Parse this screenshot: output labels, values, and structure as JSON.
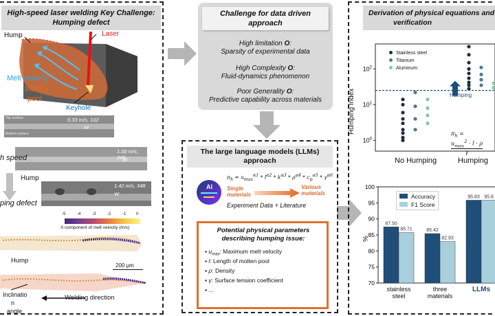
{
  "left_panel": {
    "title_line1": "High-speed laser welding Key Challenge:",
    "title_line2": "Humping defect",
    "melt_labels": {
      "hump": "Hump",
      "laser": "Laser",
      "melt_velocity": "Melt velocity",
      "molten": "Molten",
      "pool": "pool",
      "keyhole": "Keyhole"
    },
    "micrographs": [
      {
        "top_label": "Top surface",
        "bottom_label": "Bottom surface",
        "speed": "0.33 m/s, 102",
        "w": "W"
      },
      {
        "speed": "1.00 m/s, 249",
        "w": "W"
      },
      {
        "speed": "1.42 m/s, 348",
        "w": "W"
      }
    ],
    "side_high_speed": "h speed",
    "side_humping_defect": "ping defect",
    "hump_label": "Hump",
    "colorbar_title": "X-component of melt velocity (m/s)",
    "colorbar_ticks": [
      "-5",
      "-4",
      "-3",
      "-2",
      "-1",
      "0"
    ],
    "hump_label2": "Hump",
    "scale_bar": "200 μm",
    "inclination_1": "Inclinatio",
    "inclination_2": "n",
    "inclination_3": "angle",
    "welding_direction": "Welding direction"
  },
  "challenge_box": {
    "title_line1": "Challenge for data driven",
    "title_line2": "approach",
    "items": [
      {
        "head": "High limitation",
        "sym": "O",
        "desc": "Sparsity of experimental data"
      },
      {
        "head": "High Complexity",
        "sym": "O",
        "desc": "Fluid-dynamics phenomenon"
      },
      {
        "head": "Poor Generality",
        "sym": "O",
        "desc": "Predictive capability across materials"
      }
    ]
  },
  "llm_box": {
    "title_line1": "The large language models (LLMs)",
    "title_line2": "approach",
    "formula": "π_h = u_max^{α_1} * l^{α_2} * k^{α_3} * ρ^{α_4} * c_p^{α_5} * γ^{α_6}",
    "ai_label": "AI",
    "single_1": "Single",
    "single_2": "materials",
    "various_1": "Various",
    "various_2": "materials",
    "caption": "Experiment Data + Literature",
    "params_title_1": "Potential physical parameters",
    "params_title_2": "describing humping issue:",
    "params": [
      {
        "sym": "u_max",
        "text": ": Maximum melt velocity"
      },
      {
        "sym": "l",
        "text": ": Length of molten pool"
      },
      {
        "sym": "ρ",
        "text": ": Density"
      },
      {
        "sym": "γ",
        "text": ": Surface tension coefficient"
      },
      {
        "sym": "",
        "text": "..."
      }
    ]
  },
  "right_panel": {
    "title_line1": "Derivation of physical equations and da",
    "title_line2": "verification",
    "scatter": {
      "ylabel": "Humping Index",
      "y_ticks": [
        "10^2",
        "10^1",
        "10^0"
      ],
      "x_ticks": [
        "No Humping",
        "Humping"
      ],
      "legend": [
        "Stainless steel",
        "Titanium",
        "Aluminum"
      ],
      "threshold_label": "Humping",
      "formula": "π_h = u_max^2 · l · ρ / γ"
    },
    "bar": {
      "ylabel": "%",
      "legend": [
        "Accuracy",
        "F1 Score"
      ]
    }
  },
  "chart_data": [
    {
      "type": "scatter",
      "title": "",
      "xlabel": "",
      "ylabel": "Humping Index",
      "categories": [
        "No Humping",
        "Humping"
      ],
      "y_scale": "log",
      "ylim": [
        0.5,
        500
      ],
      "threshold": 25,
      "series": [
        {
          "name": "Stainless steel",
          "color": "#1f2d3d",
          "points": [
            [
              "No Humping",
              14
            ],
            [
              "No Humping",
              10
            ],
            [
              "No Humping",
              6
            ],
            [
              "No Humping",
              4
            ],
            [
              "No Humping",
              3
            ],
            [
              "No Humping",
              2
            ],
            [
              "No Humping",
              1.6
            ],
            [
              "No Humping",
              1.2
            ],
            [
              "No Humping",
              1.0
            ],
            [
              "Humping",
              420
            ],
            [
              "Humping",
              250
            ],
            [
              "Humping",
              150
            ],
            [
              "Humping",
              100
            ],
            [
              "Humping",
              75
            ],
            [
              "Humping",
              55
            ],
            [
              "Humping",
              42
            ],
            [
              "Humping",
              35
            ],
            [
              "Humping",
              28
            ]
          ]
        },
        {
          "name": "Titanium",
          "color": "#4a7c88",
          "points": [
            [
              "No Humping",
              22
            ],
            [
              "No Humping",
              9
            ],
            [
              "No Humping",
              4
            ],
            [
              "No Humping",
              2
            ],
            [
              "Humping",
              110
            ],
            [
              "Humping",
              70
            ],
            [
              "Humping",
              50
            ],
            [
              "Humping",
              35
            ]
          ]
        },
        {
          "name": "Aluminum",
          "color": "#86c3a8",
          "points": [
            [
              "No Humping",
              14
            ],
            [
              "No Humping",
              8
            ],
            [
              "No Humping",
              5
            ],
            [
              "No Humping",
              3
            ],
            [
              "Humping",
              40
            ],
            [
              "Humping",
              30
            ]
          ]
        }
      ]
    },
    {
      "type": "bar",
      "title": "",
      "xlabel": "",
      "ylabel": "%",
      "categories": [
        "stainless steel",
        "three materials",
        "LLMs"
      ],
      "ylim": [
        70,
        100
      ],
      "y_ticks": [
        70,
        75,
        80,
        85,
        90,
        95,
        100
      ],
      "series": [
        {
          "name": "Accuracy",
          "color": "#1f4e79",
          "values": [
            87.5,
            85.42,
            95.83
          ],
          "labels": [
            "87.50",
            "85.42",
            "95.83"
          ]
        },
        {
          "name": "F1 Score",
          "color": "#a9cfdc",
          "values": [
            85.71,
            82.93,
            95.8
          ],
          "labels": [
            "85.71",
            "82.93",
            "95.8"
          ]
        }
      ]
    }
  ]
}
